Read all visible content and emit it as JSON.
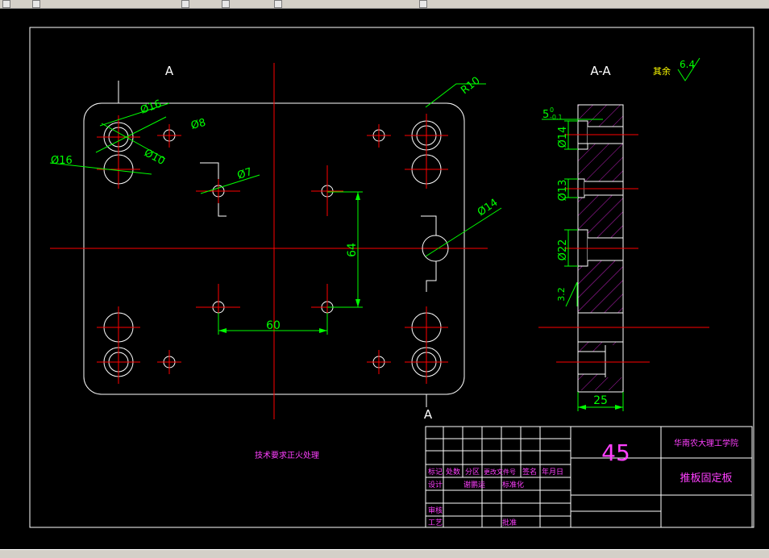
{
  "toolbar": {
    "icons": [
      "toolbar-button-icon",
      "toolbar-button-icon",
      "toolbar-button-icon",
      "toolbar-button-icon",
      "toolbar-button-icon",
      "toolbar-button-icon"
    ]
  },
  "colors": {
    "background": "#000000",
    "outline": "#ffffff",
    "centerline": "#ff0000",
    "dimension": "#00ff00",
    "hatch": "#c020c0",
    "title_text": "#ff40ff"
  },
  "views": {
    "section_marker_top": "A",
    "section_marker_bottom": "A",
    "section_title": "A-A"
  },
  "dimensions": {
    "d16_top": "Ø16",
    "d8": "Ø8",
    "d10": "Ø10",
    "d16_left": "Ø16",
    "d7": "Ø7",
    "r10": "R10",
    "d14_right": "Ø14",
    "v64": "64",
    "h60": "60",
    "sec_5": "5",
    "sec_5_tol_upper": "0",
    "sec_5_tol_lower": "-0.1",
    "sec_d14": "Ø14",
    "sec_d13": "Ø13",
    "sec_d22": "Ø22",
    "sec_32": "3.2",
    "sec_25": "25"
  },
  "surface_finish": {
    "label": "其余",
    "value": "6.4"
  },
  "note": "技术要求正火处理",
  "title_block": {
    "material": "45",
    "school": "华南农大理工学院",
    "part_name": "推板固定板",
    "hdr_marker": "标记",
    "hdr_count": "处数",
    "hdr_zone": "分区",
    "hdr_doc": "更改文件号",
    "hdr_sign": "签名",
    "hdr_date": "年月日",
    "design": "设计",
    "designer": "谢鹏运",
    "standard": "标准化",
    "review": "审核",
    "process": "工艺",
    "approve": "批准"
  }
}
